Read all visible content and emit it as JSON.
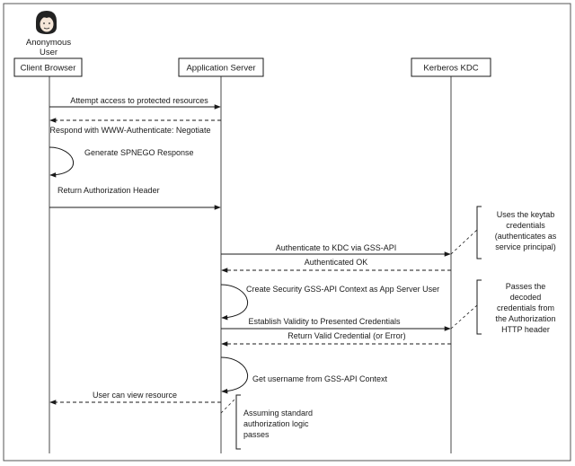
{
  "actor": {
    "line1": "Anonymous",
    "line2": "User"
  },
  "participants": {
    "client": "Client Browser",
    "app": "Application Server",
    "kdc": "Kerberos KDC"
  },
  "messages": {
    "m1": "Attempt access to protected resources",
    "m2": "Respond with WWW-Authenticate: Negotiate",
    "m3": "Generate SPNEGO Response",
    "m4": "Return Authorization Header",
    "m5": "Authenticate to KDC via GSS-API",
    "m6": "Authenticated OK",
    "m7": "Create Security GSS-API Context as App Server User",
    "m8": "Establish Validity to Presented Credentials",
    "m9": "Return Valid Credential (or Error)",
    "m10": "Get username from GSS-API Context",
    "m11": "User can view resource"
  },
  "notes": {
    "keytab": {
      "l1": "Uses the keytab",
      "l2": "credentials",
      "l3": "(authenticates as",
      "l4": "service principal)"
    },
    "decoded": {
      "l1": "Passes the",
      "l2": "decoded",
      "l3": "credentials from",
      "l4": "the Authorization",
      "l5": "HTTP header"
    },
    "authz": {
      "l1": "Assuming standard",
      "l2": "authorization logic",
      "l3": "passes"
    }
  },
  "colors": {
    "line": "#1a1a1a",
    "background": "#ffffff"
  }
}
